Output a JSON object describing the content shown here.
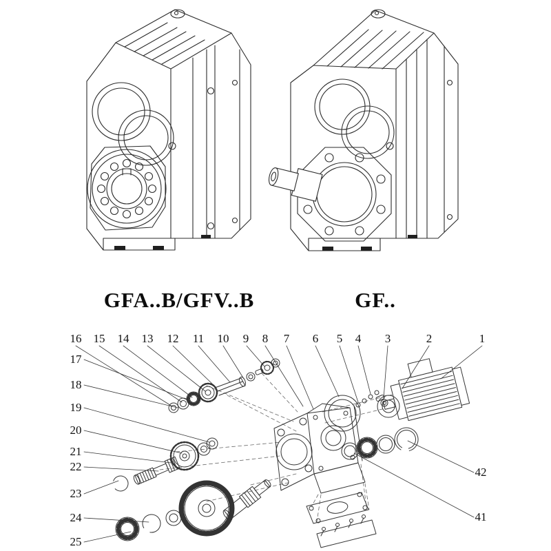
{
  "style": {
    "background": "#ffffff",
    "line_color": "#2b2b2b",
    "text_color": "#111111"
  },
  "models": {
    "left_label": "GFA..B/GFV..B",
    "right_label": "GF.."
  },
  "exploded": {
    "top_callouts": [
      "16",
      "15",
      "14",
      "13",
      "12",
      "11",
      "10",
      "9",
      "8",
      "7",
      "6",
      "5",
      "4",
      "3",
      "2",
      "1"
    ],
    "left_callouts": [
      "17",
      "18",
      "19",
      "20",
      "21",
      "22",
      "23",
      "24",
      "25"
    ],
    "right_callouts": [
      "42",
      "41"
    ]
  }
}
